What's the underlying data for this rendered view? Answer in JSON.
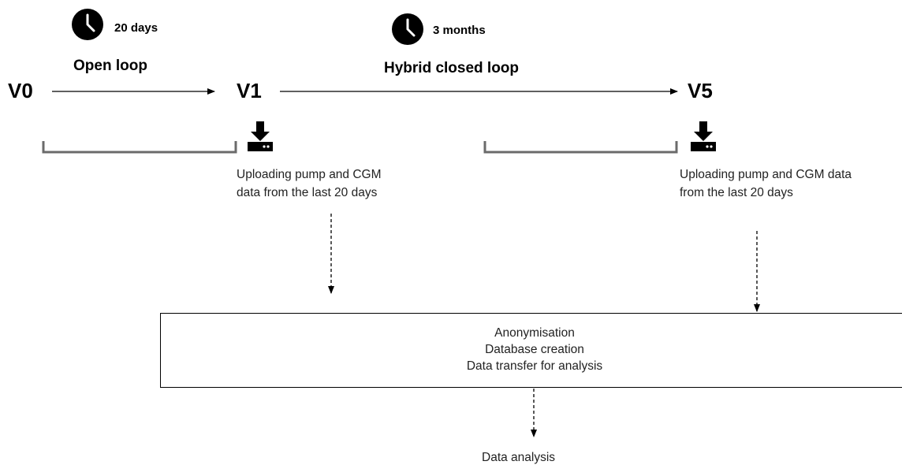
{
  "visits": {
    "v0": "V0",
    "v1": "V1",
    "v5": "V5"
  },
  "phases": {
    "open_loop": {
      "duration": "20 days",
      "label": "Open loop"
    },
    "hybrid_closed_loop": {
      "duration": "3 months",
      "label": "Hybrid closed loop"
    }
  },
  "uploads": {
    "v1": {
      "line1": "Uploading pump and CGM",
      "line2": "data from the last 20 days"
    },
    "v5": {
      "line1": "Uploading pump and CGM data",
      "line2": "from the last 20 days"
    }
  },
  "processing": {
    "steps": [
      "Anonymisation",
      "Database creation",
      "Data transfer for analysis"
    ]
  },
  "analysis": {
    "label": "Data analysis"
  },
  "icons": {
    "clock": "clock-icon",
    "download": "download-icon"
  },
  "colors": {
    "text": "#000000",
    "bracket": "#6b6b6b",
    "box_border": "#000000"
  }
}
